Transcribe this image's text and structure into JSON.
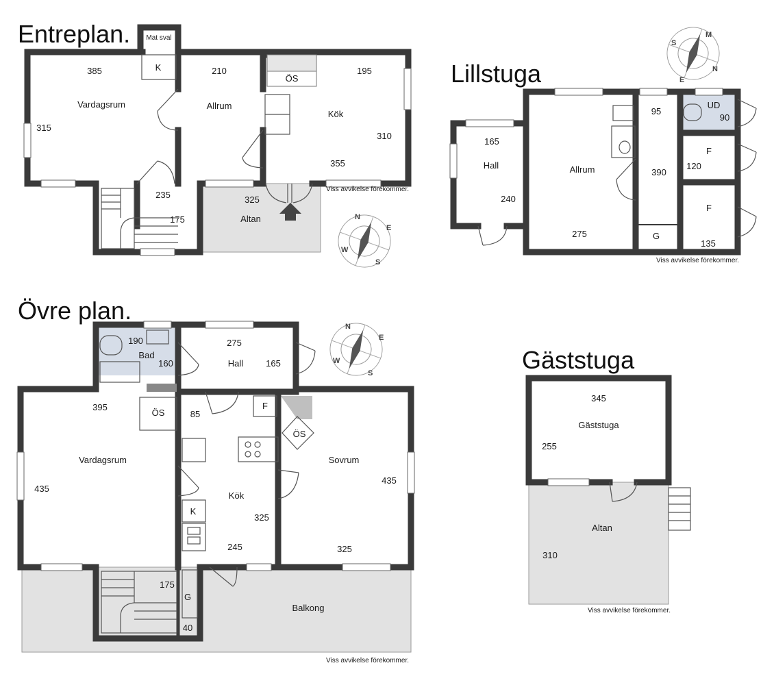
{
  "entreplan": {
    "title": "Entreplan.",
    "mat_sval": "Mat sval",
    "k": "K",
    "vardagsrum": "Vardagsrum",
    "allrum": "Allrum",
    "os": "ÖS",
    "kok": "Kök",
    "altan": "Altan",
    "dims": {
      "d385": "385",
      "d315": "315",
      "d210": "210",
      "d195": "195",
      "d310": "310",
      "d355": "355",
      "d235": "235",
      "d175": "175",
      "d325": "325"
    },
    "note": "Viss avvikelse förekommer."
  },
  "lillstuga": {
    "title": "Lillstuga",
    "hall": "Hall",
    "allrum": "Allrum",
    "ud": "UD",
    "f1": "F",
    "f2": "F",
    "g": "G",
    "dims": {
      "d165": "165",
      "d240": "240",
      "d95": "95",
      "d390": "390",
      "d90": "90",
      "d120": "120",
      "d275": "275",
      "d135": "135"
    },
    "note": "Viss avvikelse förekommer."
  },
  "ovre": {
    "title": "Övre plan.",
    "bad": "Bad",
    "hall": "Hall",
    "os1": "ÖS",
    "f": "F",
    "os2": "ÖS",
    "vardagsrum": "Vardagsrum",
    "kok": "Kök",
    "k": "K",
    "sovrum": "Sovrum",
    "g": "G",
    "balkong": "Balkong",
    "dims": {
      "d190": "190",
      "d160": "160",
      "d275": "275",
      "d165": "165",
      "d395": "395",
      "d85": "85",
      "d435a": "435",
      "d325a": "325",
      "d245": "245",
      "d435b": "435",
      "d325b": "325",
      "d175": "175",
      "d40": "40"
    },
    "note": "Viss avvikelse förekommer."
  },
  "gaststuga": {
    "title": "Gäststuga",
    "room": "Gäststuga",
    "altan": "Altan",
    "dims": {
      "d345": "345",
      "d255": "255",
      "d310": "310"
    },
    "note": "Viss avvikelse förekommer."
  },
  "compass": {
    "n": "N",
    "e": "E",
    "s": "S",
    "w": "W",
    "m": "M"
  },
  "colors": {
    "wall": "#3a3a3a",
    "altan": "#e2e2e2",
    "wet": "#d6dde8",
    "compass": "#555555"
  }
}
